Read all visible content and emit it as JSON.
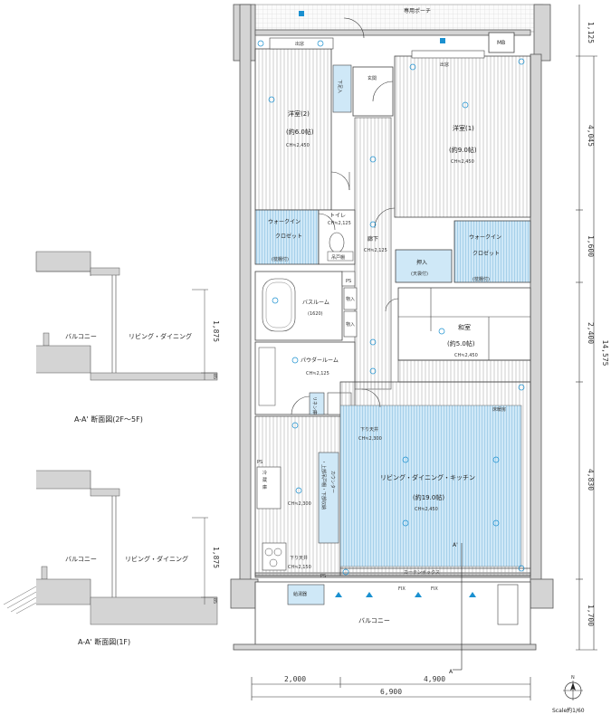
{
  "plan": {
    "rooms": {
      "porch": "専用ポーチ",
      "mb": "MB",
      "pipe_space1": "PS",
      "pipe_space2": "PS",
      "pipe_space3": "PS",
      "window_upper_left": "出窓",
      "window_upper_right": "出窓",
      "entrance": "玄関",
      "shoe_closet": "下足入",
      "western2": "洋室(2)",
      "western2_size": "(約6.0帖)",
      "western2_ch": "CH≒2,450",
      "western1": "洋室(1)",
      "western1_size": "(約9.0帖)",
      "western1_ch": "CH≒2,450",
      "walkin_left_1": "ウォークイン",
      "walkin_left_2": "クロゼット",
      "walkin_left_3": "(枕棚付)",
      "toilet": "トイレ",
      "toilet_ch": "CH≒2,125",
      "upper_cabinet": "吊戸棚",
      "hallway": "廊下",
      "hallway_ch": "CH≒2,125",
      "walkin_right_1": "ウォークイン",
      "walkin_right_2": "クロゼット",
      "walkin_right_3": "(枕棚付)",
      "closet": "押入",
      "closet_sub": "(天袋付)",
      "storage1": "物入",
      "storage2": "物入",
      "bath": "バスルーム",
      "bath_size": "(1620)",
      "japanese": "和室",
      "japanese_size": "(約5.0帖)",
      "japanese_ch": "CH≒2,450",
      "powder": "パウダールーム",
      "powder_ch": "CH≒2,125",
      "linen": "リネン庫",
      "floor_heating": "床暖房",
      "ldk": "リビング・ダイニング・キッチン",
      "ldk_size": "(約19.0帖)",
      "ldk_ch": "CH≒2,450",
      "lowered_ceiling1": "下り天井",
      "lowered_ceiling1_ch": "CH≒2,300",
      "kitchen_ch": "CH≒2,300",
      "lowered_ceiling2": "下り天井",
      "lowered_ceiling2_ch": "CH≒2,150",
      "counter": "カウンター",
      "counter_note": "・上部吊戸棚・下部収納",
      "fridge_1": "冷",
      "fridge_2": "蔵",
      "fridge_3": "庫",
      "curtain_box": "カーテンボックス",
      "water_heater": "給湯器",
      "fix1": "FIX",
      "fix2": "FIX",
      "balcony": "バルコニー",
      "section_mark_a1": "A'",
      "section_mark_a2": "A"
    },
    "dims_right": [
      "1,125",
      "4,045",
      "1,600",
      "2,400",
      "4,830",
      "1,700"
    ],
    "dim_right_total": "14,575",
    "dims_bottom": [
      "2,000",
      "4,900"
    ],
    "dim_bottom_total": "6,900",
    "north": "N",
    "scale": "Scale約1/60"
  },
  "sections": {
    "upper": {
      "balcony": "バルコニー",
      "living": "リビング・ダイニング",
      "height": "1,875",
      "small": "85",
      "caption": "A-A' 断面図(2F～5F)"
    },
    "lower": {
      "balcony": "バルコニー",
      "living": "リビング・ダイニング",
      "height": "1,875",
      "small": "85",
      "caption": "A-A' 断面図(1F)"
    }
  }
}
